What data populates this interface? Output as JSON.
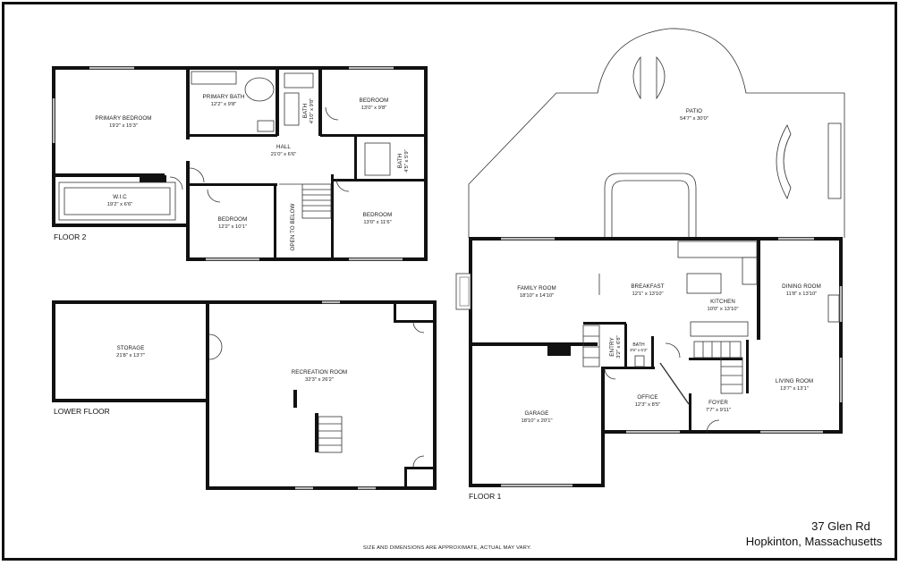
{
  "floors": {
    "floor2": "FLOOR 2",
    "lower": "LOWER FLOOR",
    "floor1": "FLOOR 1"
  },
  "rooms": {
    "primary_bedroom": {
      "name": "PRIMARY BEDROOM",
      "dims": "19'2\" x 15'3\""
    },
    "primary_bath": {
      "name": "PRIMARY BATH",
      "dims": "12'2\" x 9'8\""
    },
    "bath2": {
      "name": "BATH",
      "dims": "4'10\" x 9'8\""
    },
    "bedroom_ne": {
      "name": "BEDROOM",
      "dims": "13'0\" x 9'8\""
    },
    "hall": {
      "name": "HALL",
      "dims": "21'0\" x 6'6\""
    },
    "bath3": {
      "name": "BATH",
      "dims": "4'5\" x 5'9\""
    },
    "wic": {
      "name": "W.I.C",
      "dims": "19'2\" x 6'6\""
    },
    "bedroom_mid": {
      "name": "BEDROOM",
      "dims": "12'2\" x 10'1\""
    },
    "open_below": {
      "name": "OPEN TO BELOW"
    },
    "bedroom_se": {
      "name": "BEDROOM",
      "dims": "13'0\" x 11'6\""
    },
    "storage": {
      "name": "STORAGE",
      "dims": "21'8\" x 13'7\""
    },
    "recreation": {
      "name": "RECREATION ROOM",
      "dims": "32'3\" x 26'2\""
    },
    "patio": {
      "name": "PATIO",
      "dims": "54'7\" x 30'0\""
    },
    "family": {
      "name": "FAMILY ROOM",
      "dims": "18'10\" x 14'10\""
    },
    "breakfast": {
      "name": "BREAKFAST",
      "dims": "12'1\" x 13'10\""
    },
    "kitchen": {
      "name": "KITCHEN",
      "dims": "10'0\" x 13'10\""
    },
    "dining": {
      "name": "DINING ROOM",
      "dims": "11'8\" x 13'10\""
    },
    "entry": {
      "name": "ENTRY",
      "dims": "3'2\" x 6'8\""
    },
    "bath4": {
      "name": "BATH",
      "dims": "3'9\" x 6'2\""
    },
    "garage": {
      "name": "GARAGE",
      "dims": "18'10\" x 20'1\""
    },
    "office": {
      "name": "OFFICE",
      "dims": "12'3\" x 8'5\""
    },
    "foyer": {
      "name": "FOYER",
      "dims": "7'7\" x 9'11\""
    },
    "living": {
      "name": "LIVING ROOM",
      "dims": "13'7\" x 13'1\""
    }
  },
  "address": {
    "line1": "37 Glen Rd",
    "line2": "Hopkinton, Massachusetts"
  },
  "disclaimer": "SIZE AND DIMENSIONS ARE APPROXIMATE, ACTUAL MAY VARY."
}
